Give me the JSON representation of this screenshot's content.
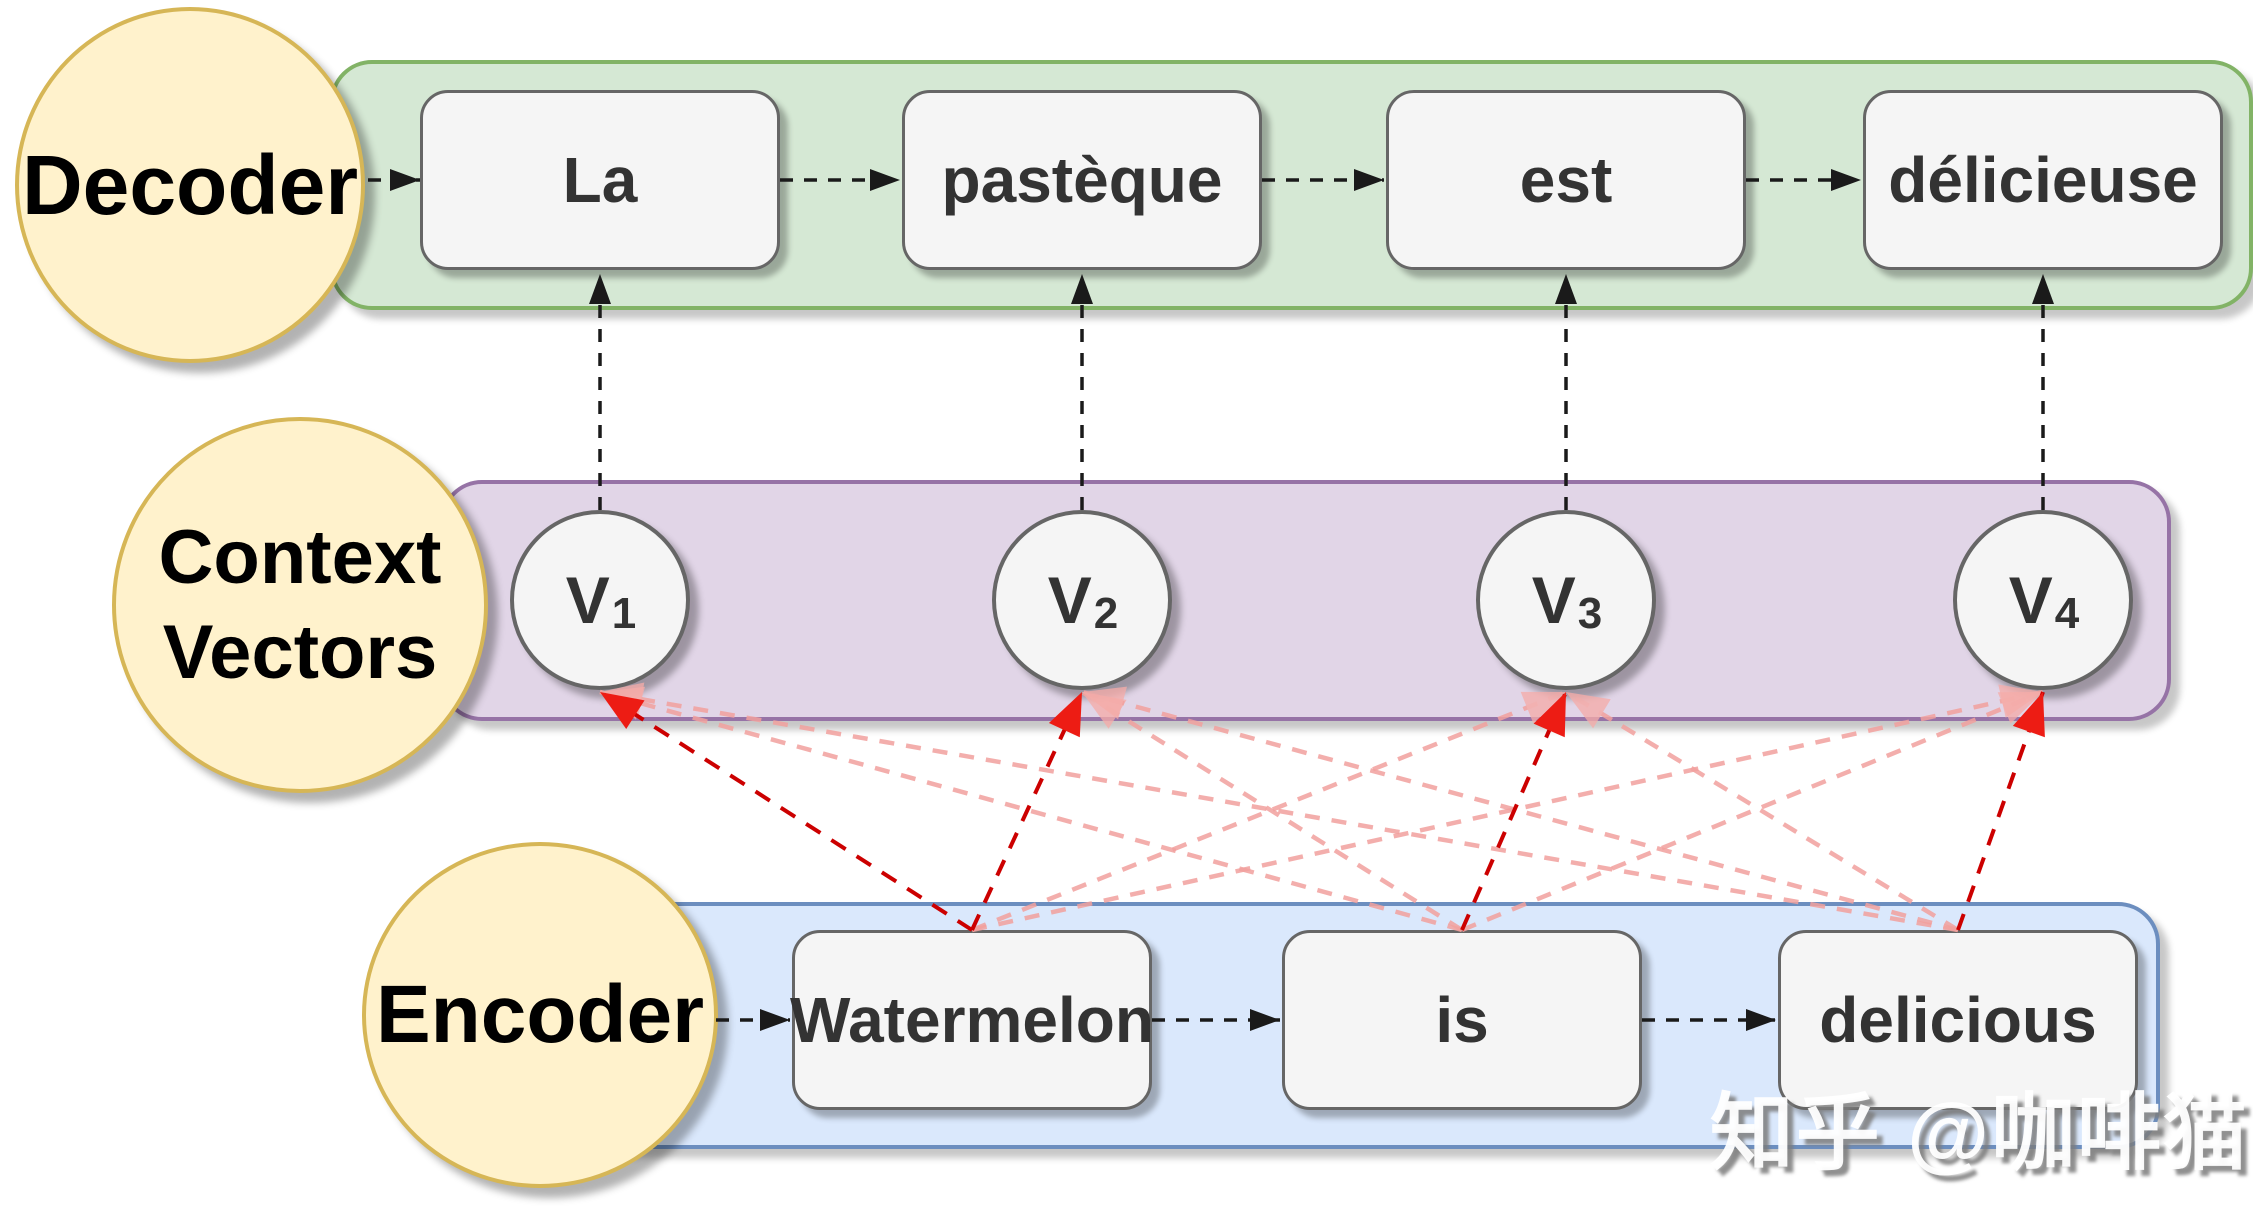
{
  "diagram": {
    "decoder": {
      "label": "Decoder",
      "tokens": [
        "La",
        "pastèque",
        "est",
        "délicieuse"
      ]
    },
    "context_vectors": {
      "label": [
        "Context",
        "Vectors"
      ],
      "nodes": [
        {
          "base": "V",
          "sub": "1"
        },
        {
          "base": "V",
          "sub": "2"
        },
        {
          "base": "V",
          "sub": "3"
        },
        {
          "base": "V",
          "sub": "4"
        }
      ]
    },
    "encoder": {
      "label": "Encoder",
      "tokens": [
        "Watermelon",
        "is",
        "delicious"
      ]
    },
    "attention": {
      "strong": [
        {
          "from": "Watermelon",
          "to": "V1"
        },
        {
          "from": "Watermelon",
          "to": "V2"
        },
        {
          "from": "is",
          "to": "V3"
        },
        {
          "from": "delicious",
          "to": "V4"
        }
      ],
      "weak": [
        {
          "from": "Watermelon",
          "to": "V3"
        },
        {
          "from": "Watermelon",
          "to": "V4"
        },
        {
          "from": "is",
          "to": "V1"
        },
        {
          "from": "is",
          "to": "V2"
        },
        {
          "from": "is",
          "to": "V4"
        },
        {
          "from": "delicious",
          "to": "V1"
        },
        {
          "from": "delicious",
          "to": "V2"
        },
        {
          "from": "delicious",
          "to": "V3"
        }
      ]
    },
    "watermark": "知乎 @咖啡猫",
    "colors": {
      "decoder_band_fill": "#d5e8d4",
      "decoder_band_border": "#82b366",
      "context_band_fill": "#e1d5e7",
      "context_band_border": "#9673a6",
      "encoder_band_fill": "#dae8fc",
      "encoder_band_border": "#6c8ebf",
      "label_ellipse_fill": "#fff2cc",
      "label_ellipse_border": "#d6b656",
      "node_fill": "#f5f5f5",
      "node_border": "#666666",
      "strong_attention": "#cc0000",
      "weak_attention": "#f2a19e",
      "flow_arrow": "#1a1a1a",
      "text": "#333333"
    }
  }
}
